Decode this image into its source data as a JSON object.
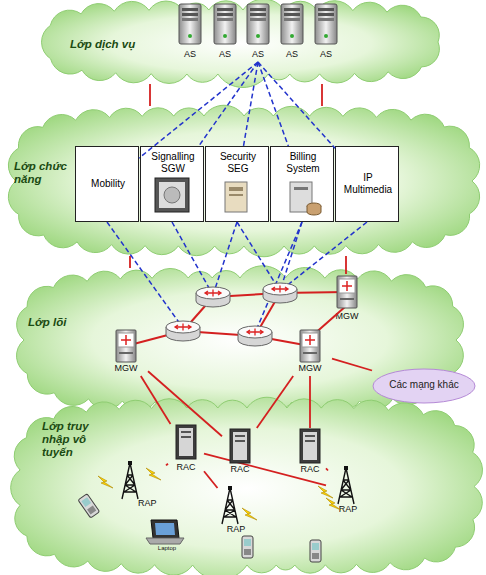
{
  "diagram": {
    "nodes": [
      {
        "text": [
          "Lớp dịch vụ"
        ]
      },
      {
        "text": [
          "AS"
        ],
        "in": 0
      },
      {
        "text": [
          "AS"
        ],
        "in": 0
      },
      {
        "text": [
          "AS"
        ],
        "in": 0
      },
      {
        "text": [
          "AS"
        ],
        "in": 0
      },
      {
        "text": [
          "AS"
        ],
        "in": 0
      },
      {
        "text": [
          "Lớp chức năng"
        ]
      },
      {
        "text": [
          "Mobility"
        ],
        "in": 6
      },
      {
        "text": [
          "Signalling SGW"
        ],
        "in": 6
      },
      {
        "text": [
          "Security SEG"
        ],
        "in": 6
      },
      {
        "text": [
          "Billing System"
        ],
        "in": 6
      },
      {
        "text": [
          "IP Multimedia"
        ],
        "in": 6
      },
      {
        "text": [
          "Lớp lõi"
        ]
      },
      {
        "text": [
          "MGW"
        ],
        "in": 12
      },
      {
        "text": [
          "MGW"
        ],
        "in": 12
      },
      {
        "text": [
          "MGW"
        ],
        "in": 12
      },
      {
        "text": [
          "Các mạng khác"
        ]
      },
      {
        "text": [
          "Lớp truy nhập vô tuyến"
        ]
      },
      {
        "text": [
          "RAC"
        ],
        "in": 17
      },
      {
        "text": [
          "RAC"
        ],
        "in": 17
      },
      {
        "text": [
          "RAC"
        ],
        "in": 17
      },
      {
        "text": [
          "RAP"
        ],
        "in": 17
      },
      {
        "text": [
          "RAP"
        ],
        "in": 17
      },
      {
        "text": [
          "RAP"
        ],
        "in": 17
      }
    ],
    "edges": [
      {
        "from": 0,
        "to": 6,
        "arrow": "none"
      },
      {
        "from": 0,
        "to": 6,
        "arrow": "none"
      },
      {
        "from": 3,
        "to": 7,
        "arrow": "none"
      },
      {
        "from": 3,
        "to": 8,
        "arrow": "none"
      },
      {
        "from": 3,
        "to": 9,
        "arrow": "none"
      },
      {
        "from": 3,
        "to": 10,
        "arrow": "none"
      },
      {
        "from": 3,
        "to": 11,
        "arrow": "none"
      },
      {
        "from": 6,
        "to": 12,
        "arrow": "none"
      },
      {
        "from": 6,
        "to": 13,
        "arrow": "none"
      },
      {
        "from": 14,
        "to": 18,
        "arrow": "none"
      },
      {
        "from": 14,
        "to": 19,
        "arrow": "none"
      },
      {
        "from": 15,
        "to": 19,
        "arrow": "none"
      },
      {
        "from": 15,
        "to": 20,
        "arrow": "none"
      },
      {
        "from": 15,
        "to": 16,
        "arrow": "none"
      },
      {
        "from": 18,
        "to": 21,
        "arrow": "none"
      },
      {
        "from": 18,
        "to": 22,
        "arrow": "none"
      },
      {
        "from": 18,
        "to": 23,
        "arrow": "none"
      },
      {
        "from": 20,
        "to": 23,
        "arrow": "none"
      }
    ],
    "labels": [
      "Laptop"
    ]
  }
}
